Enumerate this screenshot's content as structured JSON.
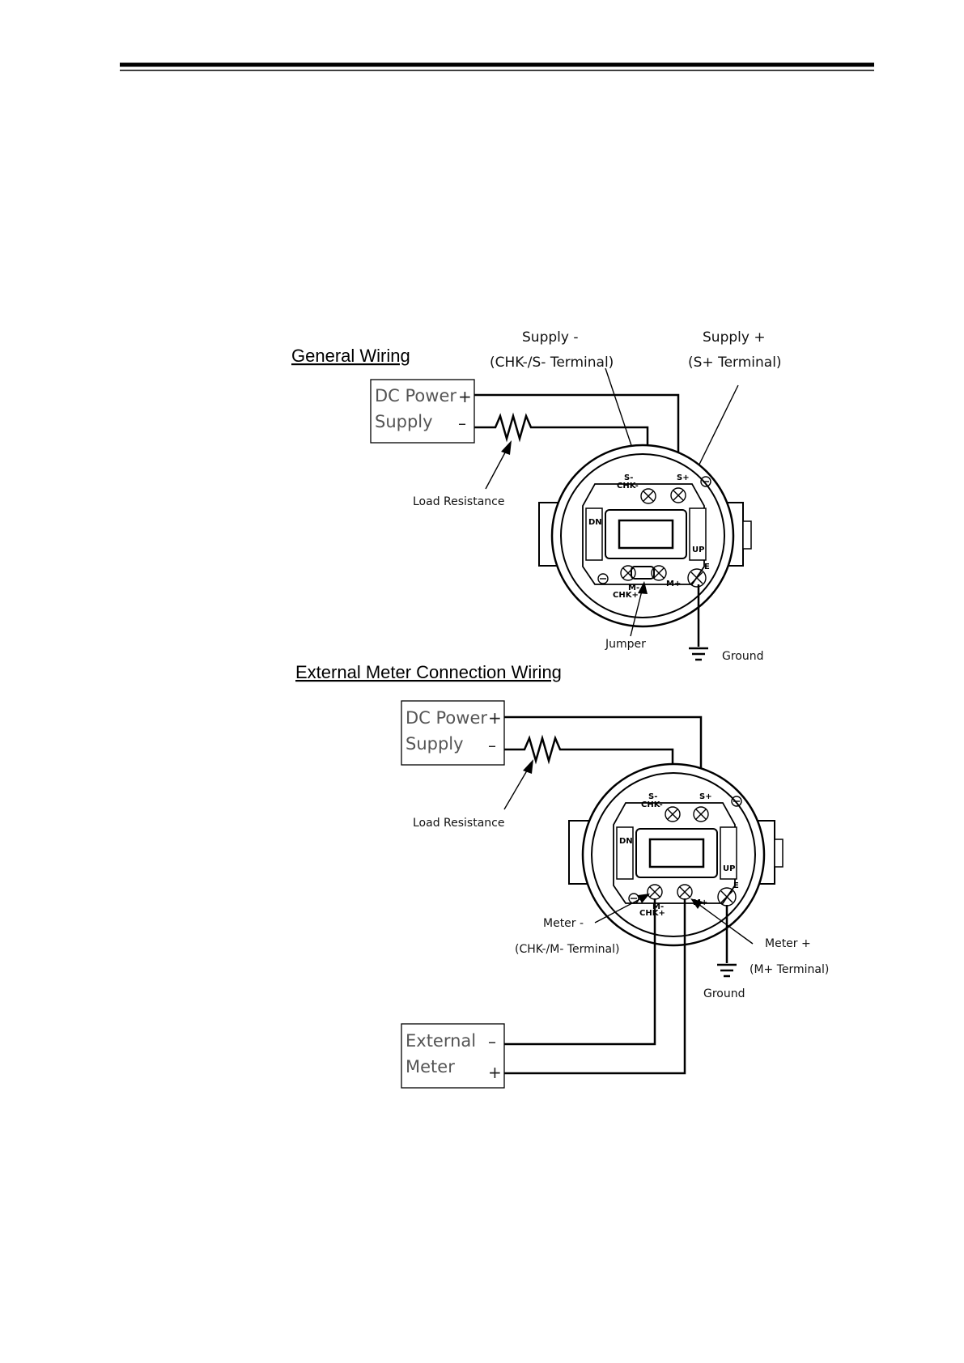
{
  "general": {
    "title": "General Wiring",
    "power_supply": {
      "line1": "DC Power",
      "line2": "Supply",
      "plus": "+",
      "minus": "–"
    },
    "callout_supply_minus": {
      "line1": "Supply -",
      "line2": "(CHK-/S- Terminal)"
    },
    "callout_supply_plus": {
      "line1": "Supply +",
      "line2": "(S+ Terminal)"
    },
    "load_resistance": "Load Resistance",
    "jumper": "Jumper",
    "ground": "Ground"
  },
  "external": {
    "title": "External Meter Connection Wiring",
    "power_supply": {
      "line1": "DC Power",
      "line2": "Supply",
      "plus": "+",
      "minus": "–"
    },
    "load_resistance": "Load Resistance",
    "callout_meter_minus": {
      "line1": "Meter -",
      "line2": "(CHK-/M- Terminal)"
    },
    "callout_meter_plus": {
      "line1": "Meter +",
      "line2": "(M+ Terminal)"
    },
    "ground": "Ground",
    "meter": {
      "line1": "External",
      "line2": "Meter",
      "minus": "–",
      "plus": "+"
    }
  },
  "terminals": {
    "s_minus": "S-",
    "chk_minus": "CHK-",
    "s_plus": "S+",
    "m_minus": "M-",
    "chk_plus": "CHK+",
    "m_plus": "M+",
    "earth": "E",
    "dn": "DN",
    "up": "UP"
  }
}
